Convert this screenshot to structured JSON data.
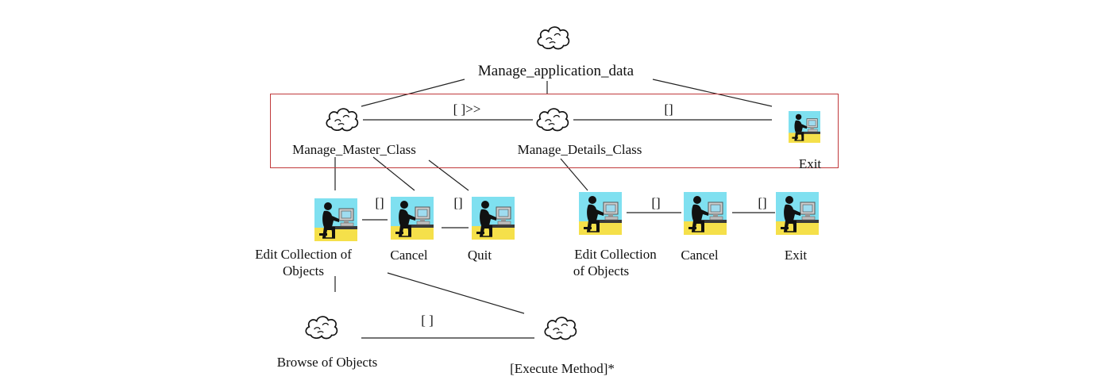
{
  "root": {
    "label": "Manage_application_data"
  },
  "level1": {
    "master": {
      "label": "Manage_Master_Class"
    },
    "details": {
      "label": "Manage_Details_Class"
    },
    "exit": {
      "label": "Exit"
    },
    "op_master_details": "[ ]>>",
    "op_details_exit": "[]"
  },
  "master_children": {
    "edit": {
      "label_line1": "Edit Collection of",
      "label_line2": "Objects"
    },
    "cancel": {
      "label": "Cancel"
    },
    "quit": {
      "label": "Quit"
    },
    "op_edit_cancel": "[]",
    "op_cancel_quit": "[]"
  },
  "details_children": {
    "edit": {
      "label_line1": "Edit Collection",
      "label_line2": "of Objects"
    },
    "cancel": {
      "label": "Cancel"
    },
    "exit": {
      "label": "Exit"
    },
    "op_edit_cancel": "[]",
    "op_cancel_exit": "[]"
  },
  "edit_children": {
    "browse": {
      "label": "Browse of Objects"
    },
    "execute": {
      "label": "[Execute Method]*"
    },
    "op_browse_execute": "[ ]"
  },
  "colors": {
    "selection_box": "#c0393b",
    "icon_sky": "#7fe0f0",
    "icon_desk": "#f5e04a",
    "line": "#222222"
  }
}
